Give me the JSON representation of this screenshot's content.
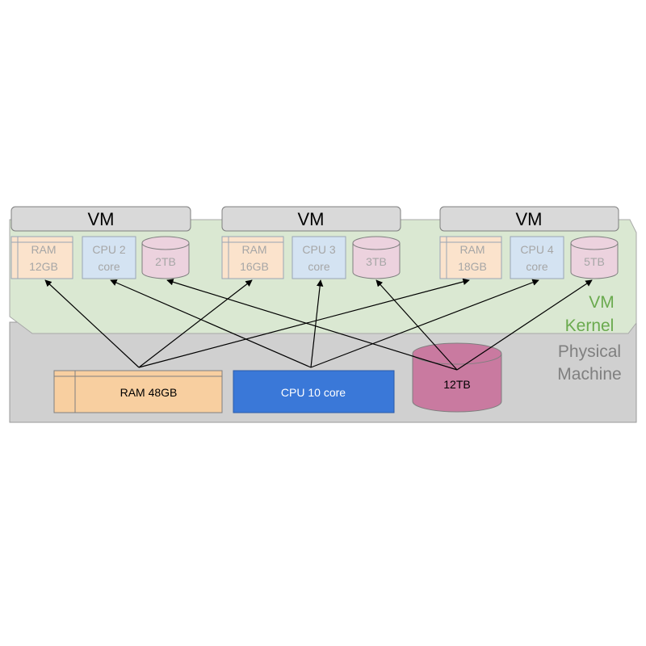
{
  "physical_machine": {
    "label_line1": "Physical",
    "label_line2": "Machine",
    "ram_label": "RAM 48GB",
    "cpu_label": "CPU 10 core",
    "disk_label": "12TB"
  },
  "vm_kernel": {
    "label_line1": "VM",
    "label_line2": "Kernel"
  },
  "vms": [
    {
      "title": "VM",
      "ram_line1": "RAM",
      "ram_line2": "12GB",
      "cpu_line1": "CPU 2",
      "cpu_line2": "core",
      "disk_label": "2TB"
    },
    {
      "title": "VM",
      "ram_line1": "RAM",
      "ram_line2": "16GB",
      "cpu_line1": "CPU 3",
      "cpu_line2": "core",
      "disk_label": "3TB"
    },
    {
      "title": "VM",
      "ram_line1": "RAM",
      "ram_line2": "18GB",
      "cpu_line1": "CPU 4",
      "cpu_line2": "core",
      "disk_label": "5TB"
    }
  ],
  "colors": {
    "physical_bg": "#d0d0d0",
    "kernel_bg": "#dae8d2",
    "kernel_text": "#6aaa4e",
    "physical_text": "#808080",
    "vm_header_bg": "#d9d9d9",
    "ram_fill": "#f8cfa0",
    "ram_light_fill": "#fbe3cc",
    "cpu_fill": "#3a78d8",
    "cpu_light_fill": "#d4e3f2",
    "disk_fill": "#c97aa0",
    "disk_light_fill": "#ecd2de",
    "faded_text": "#a6a6a6"
  }
}
